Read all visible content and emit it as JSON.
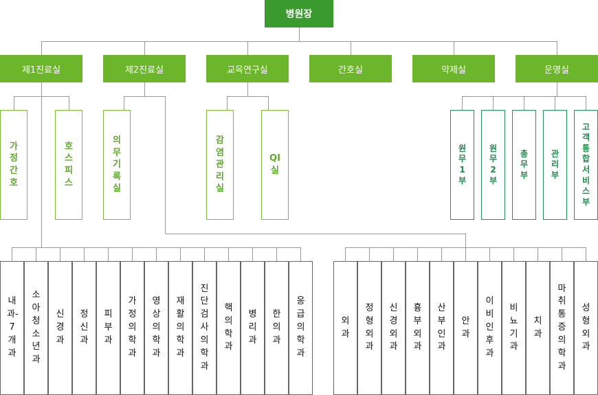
{
  "root": "병원장",
  "departments": [
    "제1진료실",
    "제2진료실",
    "교육연구실",
    "간호실",
    "약제실",
    "운영실"
  ],
  "dept1_units": [
    "가정간호",
    "호스피스"
  ],
  "dept2_units": [
    "의무기록실"
  ],
  "edu_units": [
    "감염관리실",
    "QI실"
  ],
  "ops_units": [
    "원무1부",
    "원무2부",
    "총무부",
    "관리부",
    "고객통합서비스부"
  ],
  "dept1_clinics": [
    "내과-7개과",
    "소아청소년과",
    "신경과",
    "정신과",
    "피부과",
    "가정의학과",
    "영상의학과",
    "재활의학과",
    "진단검사의학과",
    "핵의학과",
    "병리과",
    "한의과",
    "응급의학과"
  ],
  "dept2_clinics": [
    "외과",
    "정형외과",
    "신경외과",
    "흉부외과",
    "산부인과",
    "안과",
    "이비인후과",
    "비뇨기과",
    "치과",
    "마취통증의학과",
    "성형외과"
  ],
  "colors": {
    "root": "#3a9a2e",
    "department": "#6bb62a",
    "unit_border": "#7dbb3c",
    "ops_border": "#239155",
    "line": "#999999"
  }
}
